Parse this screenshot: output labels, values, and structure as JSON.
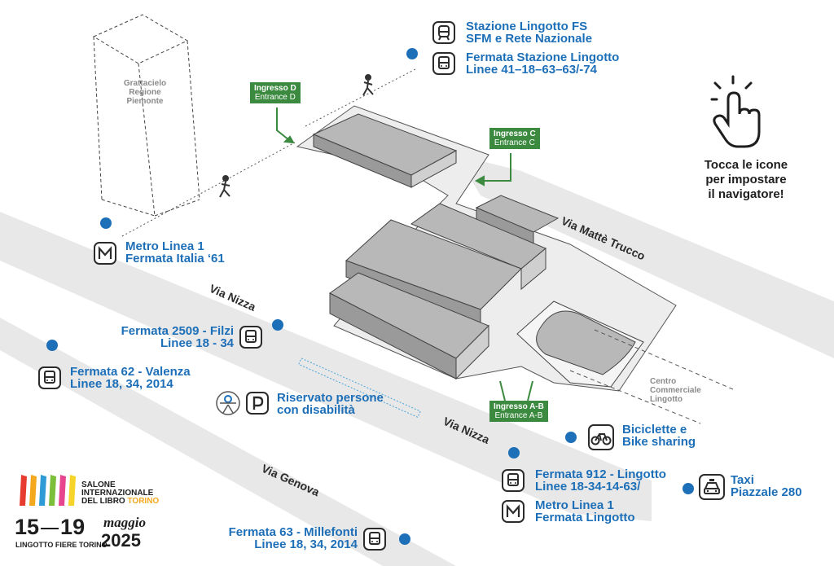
{
  "hint": {
    "lines": [
      "Tocca le icone",
      "per impostare",
      "il navigatore!"
    ]
  },
  "building": {
    "name_lines": [
      "Grattacielo",
      "Regione",
      "Piemonte"
    ]
  },
  "mall": {
    "name_lines": [
      "Centro",
      "Commerciale",
      "Lingotto"
    ]
  },
  "entrances": [
    {
      "it": "Ingresso D",
      "en": "Entrance D"
    },
    {
      "it": "Ingresso C",
      "en": "Entrance C"
    },
    {
      "it": "Ingresso A-B",
      "en": "Entrance A-B"
    }
  ],
  "streets": [
    "Via Mattè Trucco",
    "Via Nizza",
    "Via Nizza",
    "Via Genova"
  ],
  "pois": [
    {
      "lines": [
        "Stazione Lingotto FS",
        "SFM e Rete Nazionale"
      ],
      "icon": "train-icon"
    },
    {
      "lines": [
        "Fermata Stazione Lingotto",
        "Linee 41–18–63–63/-74"
      ],
      "icon": "bus-icon"
    },
    {
      "lines": [
        "Metro Linea 1",
        "Fermata Italia ‘61"
      ],
      "icon": "metro-icon"
    },
    {
      "lines": [
        "Fermata 2509 - Filzi",
        "Linee 18 - 34"
      ],
      "icon": "bus-icon"
    },
    {
      "lines": [
        "Fermata 62 - Valenza",
        "Linee 18, 34, 2014"
      ],
      "icon": "bus-icon"
    },
    {
      "lines": [
        "Riservato persone",
        "con disabilità"
      ],
      "icon": "parking-icon"
    },
    {
      "lines": [
        "Biciclette e",
        "Bike sharing"
      ],
      "icon": "bicycle-icon"
    },
    {
      "lines": [
        "Fermata 912 - Lingotto",
        "Linee 18-34-14-63/"
      ],
      "icon": "bus-icon"
    },
    {
      "lines": [
        "Metro Linea 1",
        "Fermata Lingotto"
      ],
      "icon": "metro-icon"
    },
    {
      "lines": [
        "Taxi",
        "Piazzale 280"
      ],
      "icon": "taxi-icon"
    },
    {
      "lines": [
        "Fermata 63 - Millefonti",
        "Linee 18, 34, 2014"
      ],
      "icon": "bus-icon"
    }
  ],
  "brand": {
    "name_lines": [
      "SALONE",
      "INTERNAZIONALE",
      "DEL LIBRO"
    ],
    "city": "TORINO",
    "day_start": "15",
    "day_end": "19",
    "month": "maggio",
    "year": "2025",
    "venue": "LINGOTTO FIERE TORINO",
    "logo_colors": [
      "#e63b2e",
      "#f4a81d",
      "#2e9ad6",
      "#7bbf3a",
      "#e7458d",
      "#f6d42a"
    ]
  },
  "colors": {
    "poi_text": "#1d6fb8",
    "entrance": "#3b8a3f",
    "road": "#e6e6e6",
    "roof": "#b5b5b5"
  }
}
